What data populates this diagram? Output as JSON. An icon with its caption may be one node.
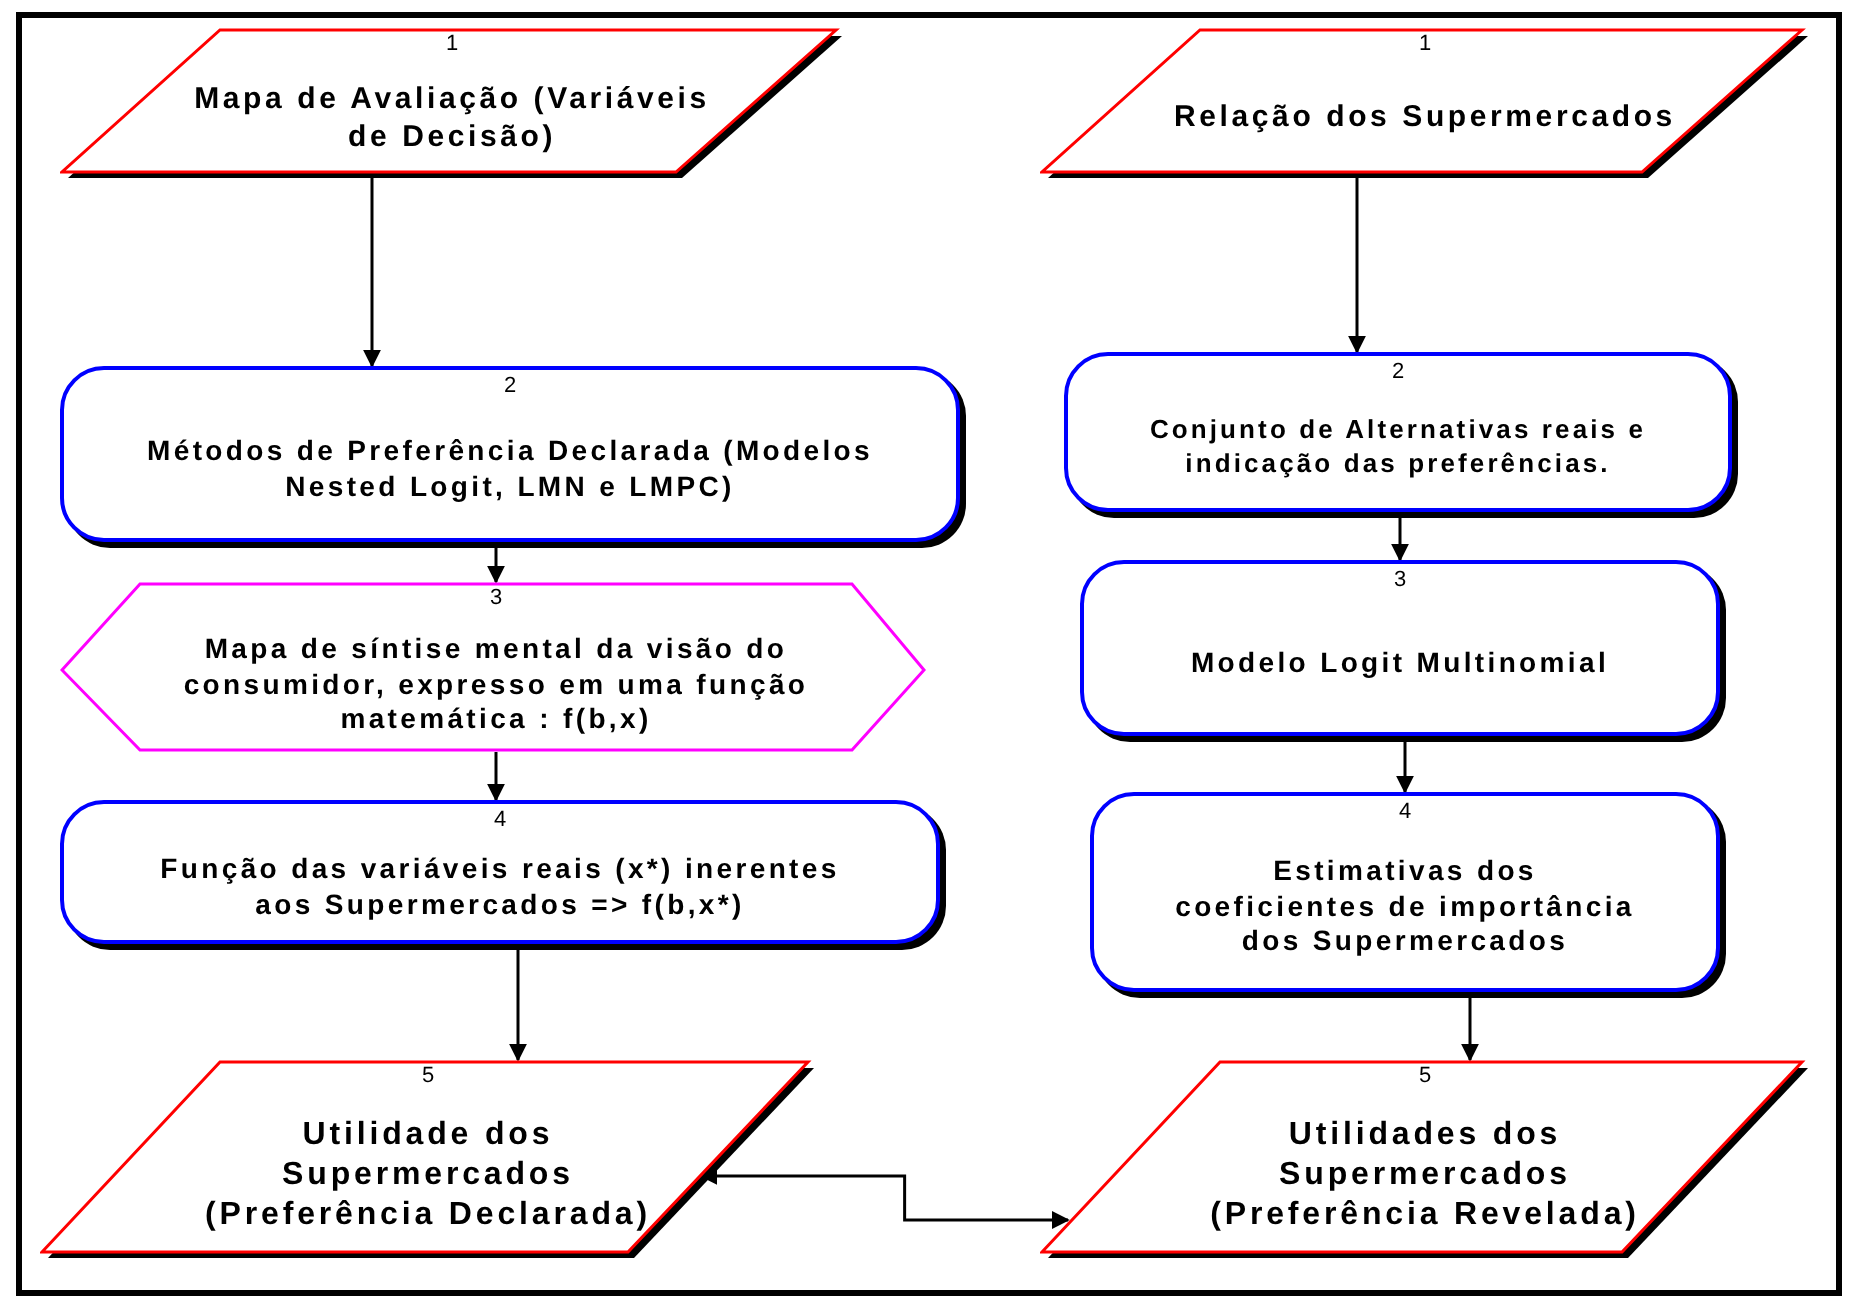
{
  "diagram": {
    "nodes": [
      {
        "text": [
          "1",
          "Mapa de Avaliação (Variáveis de Decisão)"
        ]
      },
      {
        "text": [
          "1",
          "Relação dos Supermercados"
        ]
      },
      {
        "text": [
          "2",
          "Métodos de Preferência Declarada (Modelos Nested Logit, LMN e LMPC)"
        ]
      },
      {
        "text": [
          "2",
          "Conjunto de Alternativas reais e indicação das preferências."
        ]
      },
      {
        "text": [
          "3",
          "Mapa de síntise mental da visão do consumidor, expresso em uma função matemática : f(b,x)"
        ]
      },
      {
        "text": [
          "3",
          "Modelo Logit Multinomial"
        ]
      },
      {
        "text": [
          "4",
          "Função das variáveis reais (x*) inerentes aos Supermercados => f(b,x*)"
        ]
      },
      {
        "text": [
          "4",
          "Estimativas dos coeficientes de importância dos Supermercados"
        ]
      },
      {
        "text": [
          "5",
          "Utilidade dos Supermercados (Preferência Declarada)"
        ]
      },
      {
        "text": [
          "5",
          "Utilidades dos Supermercados (Preferência Revelada)"
        ]
      }
    ],
    "edges": [
      {
        "from": 0,
        "to": 2,
        "arrow": "to"
      },
      {
        "from": 2,
        "to": 4,
        "arrow": "to"
      },
      {
        "from": 4,
        "to": 6,
        "arrow": "to"
      },
      {
        "from": 6,
        "to": 8,
        "arrow": "to"
      },
      {
        "from": 1,
        "to": 3,
        "arrow": "to"
      },
      {
        "from": 3,
        "to": 5,
        "arrow": "to"
      },
      {
        "from": 5,
        "to": 7,
        "arrow": "to"
      },
      {
        "from": 7,
        "to": 9,
        "arrow": "to"
      },
      {
        "from": 8,
        "to": 9,
        "arrow": "both"
      }
    ]
  }
}
